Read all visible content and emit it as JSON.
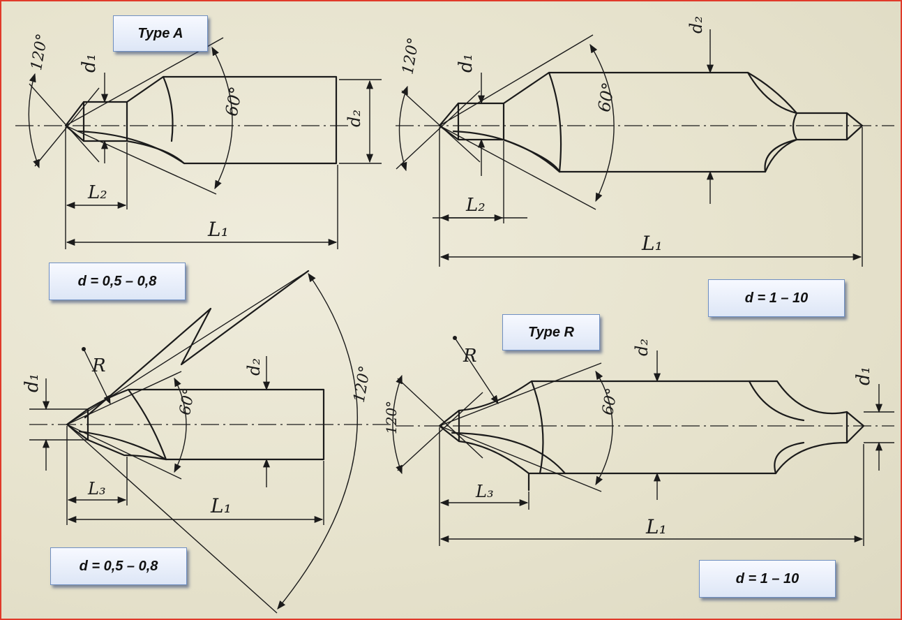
{
  "diagram": {
    "type_a_label": "Type A",
    "type_r_label": "Type R",
    "range_small_top": "d = 0,5 – 0,8",
    "range_large_top": "d = 1 – 10",
    "range_small_bottom": "d = 0,5 – 0,8",
    "range_large_bottom": "d = 1 – 10",
    "dims": {
      "d1": "d₁",
      "d2": "d₂",
      "L1": "L₁",
      "L2": "L₂",
      "L3": "L₃",
      "R": "R",
      "angle_120": "120°",
      "angle_60": "60°"
    }
  }
}
